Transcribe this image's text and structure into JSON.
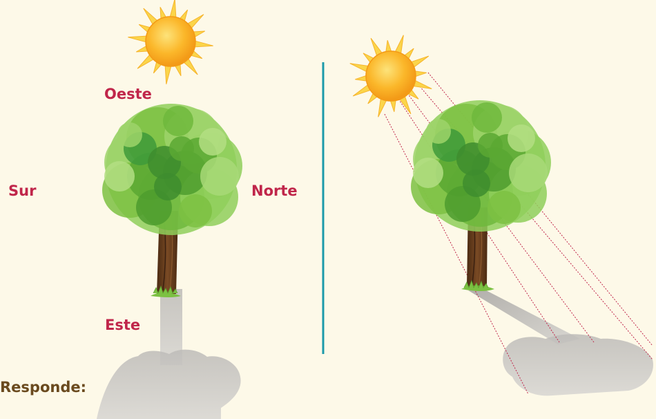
{
  "directions": {
    "oeste": "Oeste",
    "sur": "Sur",
    "norte": "Norte",
    "este": "Este"
  },
  "prompt": "Responde:",
  "colors": {
    "background": "#fdf9e8",
    "direction_label": "#c0264a",
    "prompt_label": "#6a4a1e",
    "divider": "#1b9aaa",
    "sun_core": "#f9a61a",
    "sun_rays": "#fbd54a",
    "foliage_light": "#9ed46a",
    "foliage_dark": "#3e9a3a",
    "trunk": "#6b3c1e",
    "shadow": "#cfcdca",
    "light_rays": "#c0264a"
  },
  "icons": [
    "sun-icon",
    "tree-icon",
    "shadow-shape",
    "sun-ray-lines"
  ]
}
